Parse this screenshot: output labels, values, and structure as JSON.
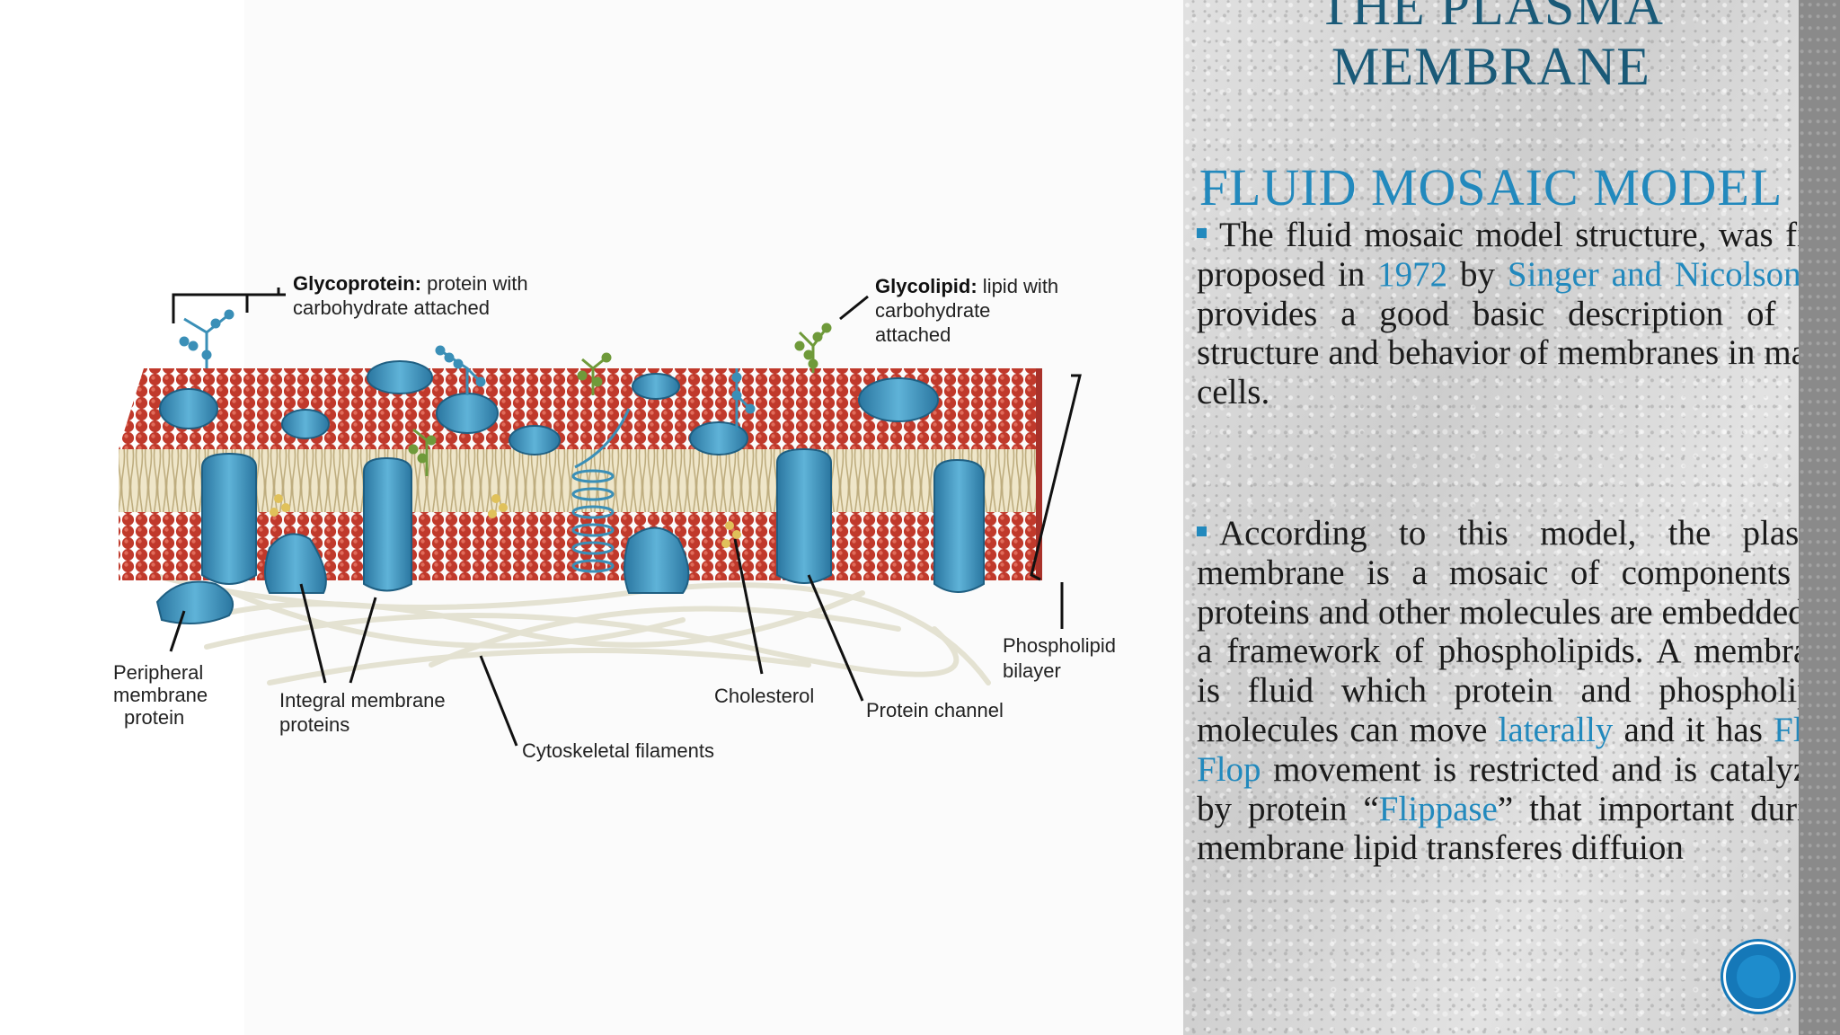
{
  "slide": {
    "title": "THE PLASMA MEMBRANE",
    "subtitle": "FLUID MOSAIC MODEL",
    "accent_color": "#2289bd",
    "title_color": "#1a5a78"
  },
  "diagram": {
    "labels": {
      "glycoprotein_bold": "Glycoprotein:",
      "glycoprotein_rest": " protein with",
      "glycoprotein_line2": "carbohydrate attached",
      "glycolipid_bold": "Glycolipid:",
      "glycolipid_rest": " lipid with",
      "glycolipid_line2": "carbohydrate",
      "glycolipid_line3": "attached",
      "phospholipid_line1": "Phospholipid",
      "phospholipid_line2": "bilayer",
      "peripheral_line1": "Peripheral",
      "peripheral_line2": "membrane",
      "peripheral_line3": "protein",
      "integral_line1": "Integral membrane",
      "integral_line2": "proteins",
      "cholesterol": "Cholesterol",
      "protein_channel": "Protein channel",
      "cytoskeletal": "Cytoskeletal filaments"
    },
    "colors": {
      "head": "#c0392b",
      "protein": "#3a8fb7",
      "tail": "#c8b98a",
      "glycolipid_chain": "#6f9a3a",
      "cholesterol": "#e0c15a"
    }
  },
  "body": {
    "p1": {
      "t1": "The fluid mosaic model structure, was first proposed in ",
      "year": "1972",
      "t2": " by ",
      "authors": "Singer and Nicolson",
      "t3": ". it provides a good basic description of the structure and behavior of membranes in many cells."
    },
    "p2": {
      "t1": "According to this model, the plasma membrane is a mosaic of components of proteins and other molecules are embedded in a framework of phospholipids. A membrane is fluid which protein and phospholipid molecules can move ",
      "laterally": "laterally",
      "t2": " and it has ",
      "flipflop": "Flip-Flop",
      "t3": " movement is restricted and is catalyzed by protein “",
      "flippase": "Flippase",
      "t4": "” that important during membrane lipid transferes diffuion"
    }
  }
}
